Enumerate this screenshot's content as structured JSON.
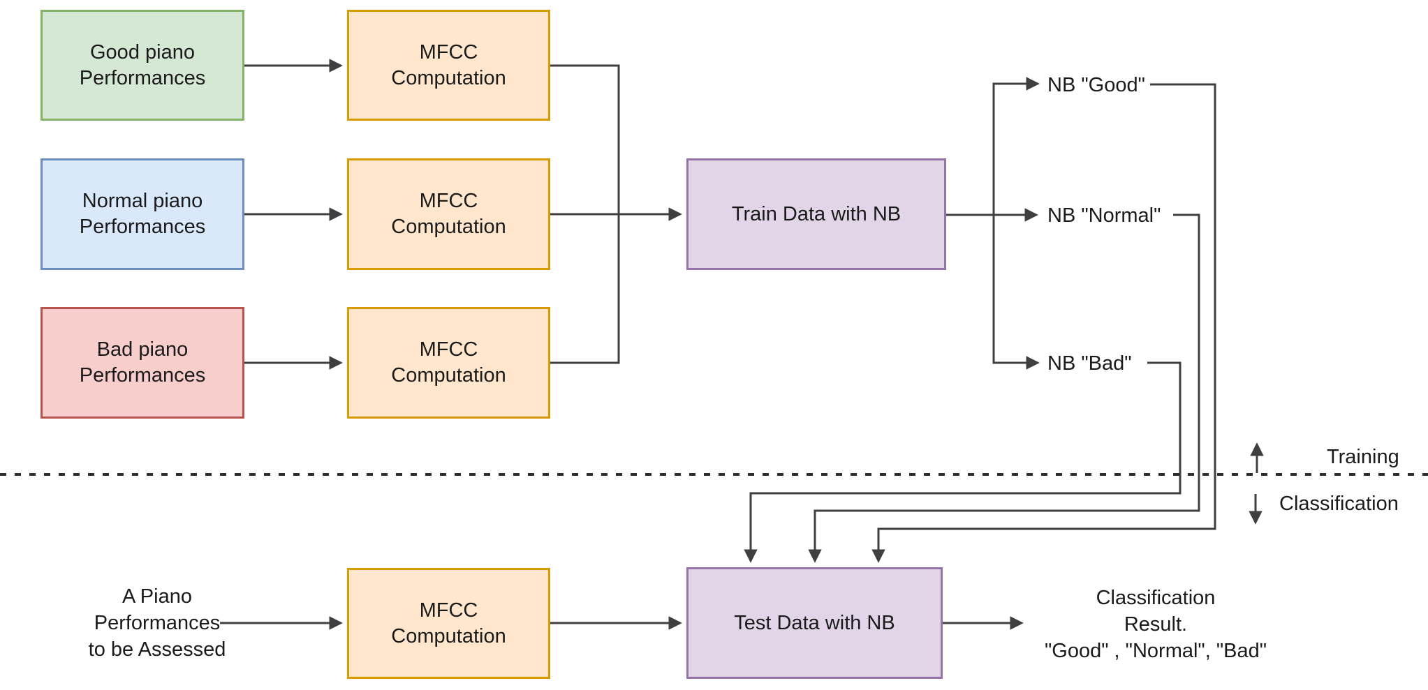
{
  "colors": {
    "green-fill": "#d5e8d4",
    "green-stroke": "#82b366",
    "blue-fill": "#dae8fc",
    "blue-stroke": "#6c8ebf",
    "red-fill": "#f8cecc",
    "red-stroke": "#b85450",
    "orange-fill": "#ffe6cc",
    "orange-stroke": "#d79b00",
    "purple-fill": "#e1d5e7",
    "purple-stroke": "#9673a6",
    "line": "#3f3f3f"
  },
  "training": {
    "inputs": [
      {
        "label": "Good piano\nPerformances"
      },
      {
        "label": "Normal piano\nPerformances"
      },
      {
        "label": "Bad piano\nPerformances"
      }
    ],
    "mfcc_label": "MFCC\nComputation",
    "train_box_label": "Train Data with NB",
    "nb_models": [
      {
        "label": "NB \"Good\""
      },
      {
        "label": "NB \"Normal\""
      },
      {
        "label": "NB \"Bad\""
      }
    ],
    "phase_label": "Training"
  },
  "classification": {
    "phase_label": "Classification",
    "input_label": "A Piano\nPerformances\nto be Assessed",
    "mfcc_label": "MFCC\nComputation",
    "test_box_label": "Test Data with NB",
    "result_label": "Classification\nResult.\n\"Good\" , \"Normal\", \"Bad\""
  }
}
